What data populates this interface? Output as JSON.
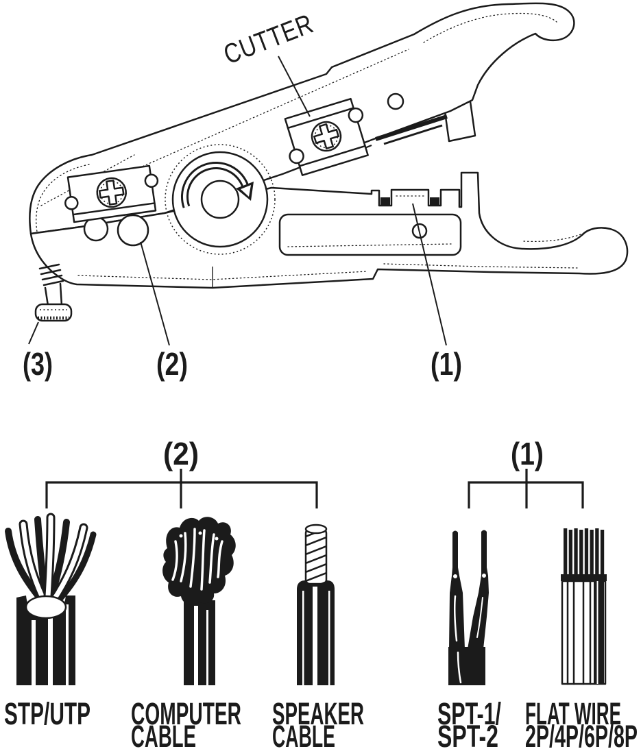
{
  "diagram": {
    "ink_color": "#1b1b1b",
    "paper_color": "#ffffff",
    "cutter_label": "CUTTER",
    "tool_callouts": [
      {
        "label": "(3)"
      },
      {
        "label": "(2)"
      },
      {
        "label": "(1)"
      }
    ],
    "groups": [
      {
        "label": "(2)"
      },
      {
        "label": "(1)"
      }
    ],
    "cables": [
      {
        "name": "stp-utp",
        "line1": "STP/UTP",
        "line2": ""
      },
      {
        "name": "computer-cable",
        "line1": "COMPUTER",
        "line2": "CABLE"
      },
      {
        "name": "speaker-cable",
        "line1": "SPEAKER",
        "line2": "CABLE"
      },
      {
        "name": "spt-cord",
        "line1": "SPT-1/",
        "line2": "SPT-2"
      },
      {
        "name": "flat-wire",
        "line1": "FLAT WIRE",
        "line2": "2P/4P/6P/8P"
      }
    ]
  }
}
